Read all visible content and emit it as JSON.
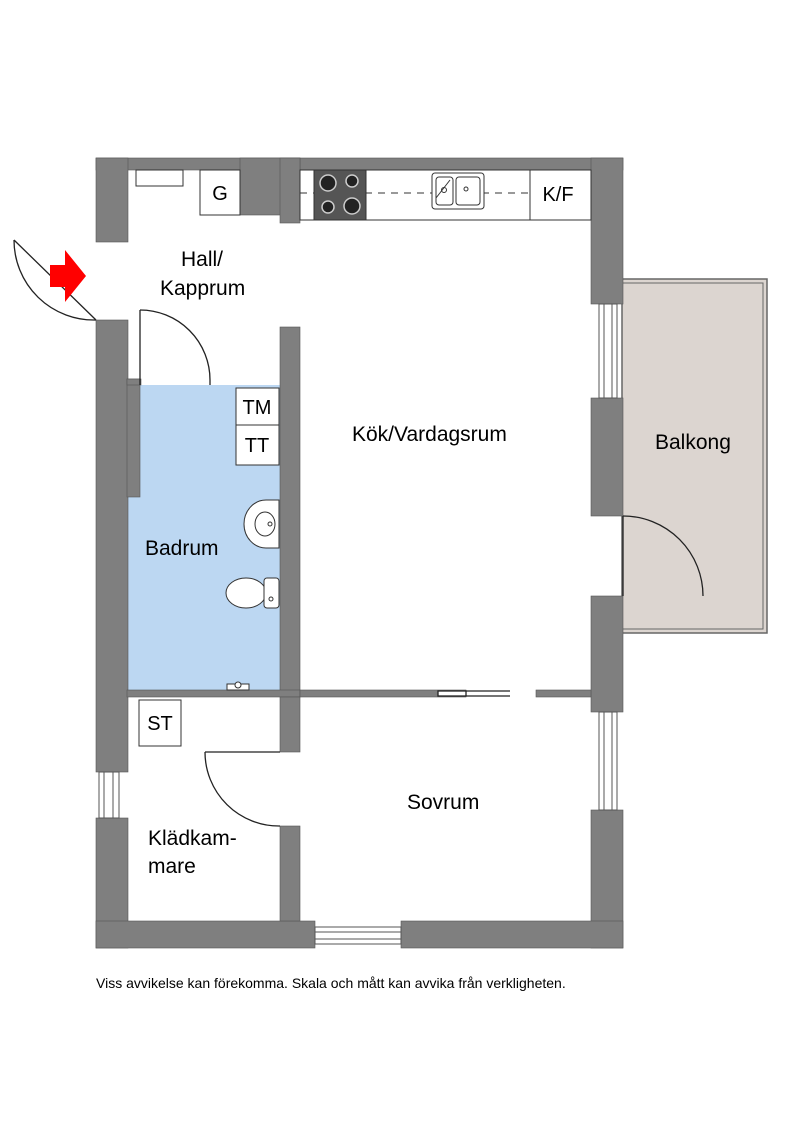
{
  "rooms": {
    "hall_line1": "Hall/",
    "hall_line2": "Kapprum",
    "kitchen_living": "Kök/Vardagsrum",
    "balcony": "Balkong",
    "bathroom": "Badrum",
    "bedroom": "Sovrum",
    "walkin_line1": "Klädkam-",
    "walkin_line2": "mare"
  },
  "fixtures": {
    "wardrobe": "G",
    "fridge_freezer": "K/F",
    "washer": "TM",
    "dryer": "TT",
    "storage": "ST"
  },
  "disclaimer": "Viss avvikelse kan förekomma. Skala och mått kan avvika från verkligheten.",
  "colors": {
    "wall": "#7f7f7f",
    "bathroom_floor": "#bcd7f2",
    "balcony_floor": "#dcd5d0",
    "entrance_arrow": "#ff0000"
  }
}
